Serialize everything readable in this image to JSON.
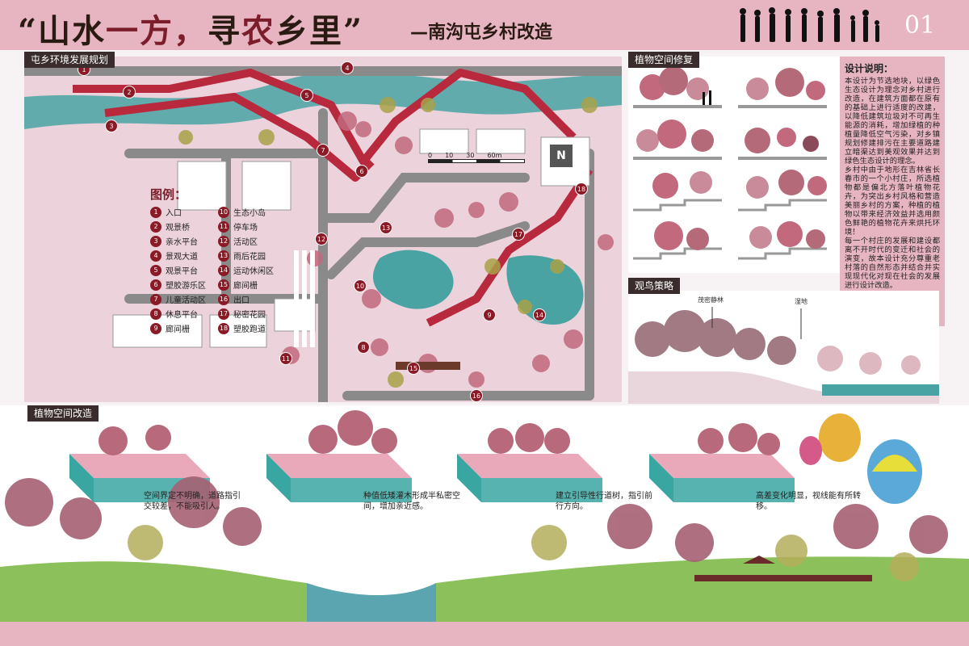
{
  "header": {
    "title_part1": "“山水",
    "title_part2": "一方，",
    "title_part3": "寻",
    "title_part4": "农",
    "title_part5": "乡里”",
    "subtitle": "—南沟屯乡村改造",
    "page_number": "01"
  },
  "sections": {
    "map_title": "屯乡环境发展规划",
    "plant_repair_title": "植物空间修复",
    "birdwatch_title": "观鸟策略",
    "plant_transform_title": "植物空间改造"
  },
  "legend": {
    "title": "图例：",
    "items": [
      {
        "num": "1",
        "label": "入口"
      },
      {
        "num": "10",
        "label": "生态小岛"
      },
      {
        "num": "2",
        "label": "观景桥"
      },
      {
        "num": "11",
        "label": "停车场"
      },
      {
        "num": "3",
        "label": "亲水平台"
      },
      {
        "num": "12",
        "label": "活动区"
      },
      {
        "num": "4",
        "label": "景观大道"
      },
      {
        "num": "13",
        "label": "雨后花园"
      },
      {
        "num": "5",
        "label": "观景平台"
      },
      {
        "num": "14",
        "label": "运动休闲区"
      },
      {
        "num": "6",
        "label": "塑胶游乐区"
      },
      {
        "num": "15",
        "label": "廊间栅"
      },
      {
        "num": "7",
        "label": "儿童活动区"
      },
      {
        "num": "16",
        "label": "出口"
      },
      {
        "num": "8",
        "label": "休息平台"
      },
      {
        "num": "17",
        "label": "秘密花园"
      },
      {
        "num": "9",
        "label": "廊间栅"
      },
      {
        "num": "18",
        "label": "塑胶跑道"
      }
    ]
  },
  "map": {
    "scale_ticks": [
      "0",
      "10",
      "30",
      "60m"
    ],
    "north_label": "N"
  },
  "design_note": {
    "title": "设计说明：",
    "paragraph1": "本设计为节选地块，以绿色生态设计为理念对乡村进行改造，在建筑方面都在原有的基础上进行适度的改建，以降低建筑垃圾对不可再生能源的消耗，增加绿植的种植量降低空气污染，对乡镇规划修建排污在主要道路建立暗渠达到美观效果并达到绿色生态设计的理念。",
    "paragraph2": "乡村中由于地形在吉林省长春市的一个小村庄，所选植物都是偏北方落叶植物花卉，为突出乡村风格和营造美丽乡村的方案，种植的植物以带来经济效益并选用颜色鲜艳的植物花卉来烘托环境！",
    "paragraph3": "每一个村庄的发展和建设都离不开时代的变迁和社会的演变，故本设计充分尊重老村落的自然形态并结合并实现现代化对现在社会的发展进行设计改造。"
  },
  "birdwatch": {
    "label_forest": "茂密静林",
    "label_wetland": "湿地"
  },
  "captions": [
    "空间界定不明确，道路指引\n交较差，不能吸引人。",
    "种值低矮灌木形成半私密空\n间，增加亲近感。",
    "建立引导性行道树，指引前\n行方向。",
    "高差变化明显，视线能有所转\n移。"
  ],
  "colors": {
    "header_pink": "#e7b4c2",
    "path_red": "#b8293d",
    "water": "#4aa3a3",
    "road": "#8a8a8a",
    "marker": "#8a1a25"
  }
}
